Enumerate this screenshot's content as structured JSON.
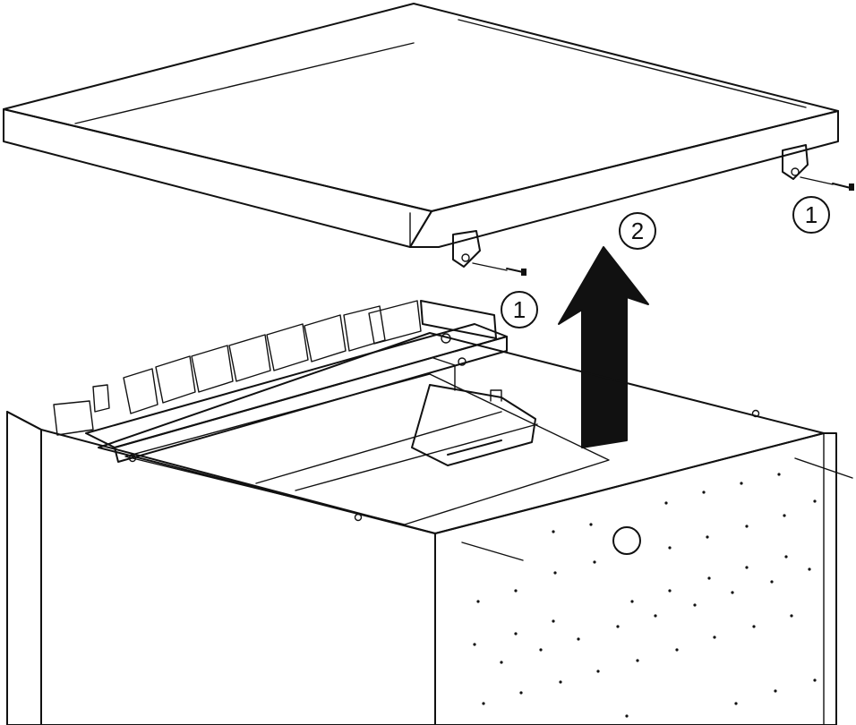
{
  "diagram": {
    "steps": [
      {
        "id": "screw-right",
        "label": "1"
      },
      {
        "id": "screw-left",
        "label": "1"
      },
      {
        "id": "lift-cover",
        "label": "2"
      }
    ],
    "colors": {
      "line": "#111111",
      "panel": "#f2f2f2",
      "panel_light": "#fafafa",
      "shadow": "#dcdcdc",
      "arrow": "#111111"
    }
  }
}
